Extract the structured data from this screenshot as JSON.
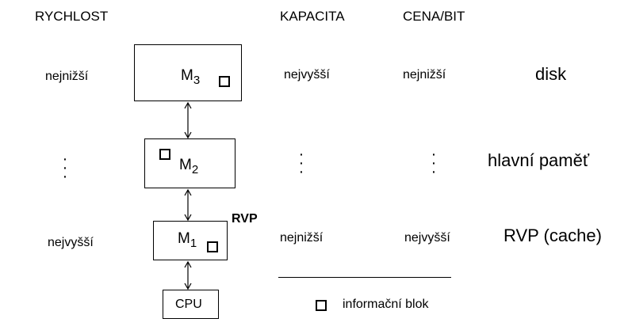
{
  "headers": {
    "speed": "RYCHLOST",
    "capacity": "KAPACITA",
    "cost_per_bit": "CENA/BIT"
  },
  "rows": {
    "top": {
      "speed": "nejnižší",
      "capacity": "nejvyšší",
      "cost": "nejnižší",
      "name": "disk"
    },
    "middle": {
      "name": "hlavní paměť"
    },
    "bottom": {
      "speed": "nejvyšší",
      "capacity": "nejnižší",
      "cost": "nejvyšší",
      "name": "RVP (cache)"
    }
  },
  "memories": {
    "m3": {
      "letter": "M",
      "index": "3"
    },
    "m2": {
      "letter": "M",
      "index": "2"
    },
    "m1": {
      "letter": "M",
      "index": "1"
    }
  },
  "rvp_tag": "RVP",
  "cpu_label": "CPU",
  "legend": {
    "text": "informační blok"
  },
  "icons": {
    "block": "square-icon",
    "arrow": "double-arrow-icon",
    "dots": "vertical-ellipsis-icon"
  }
}
